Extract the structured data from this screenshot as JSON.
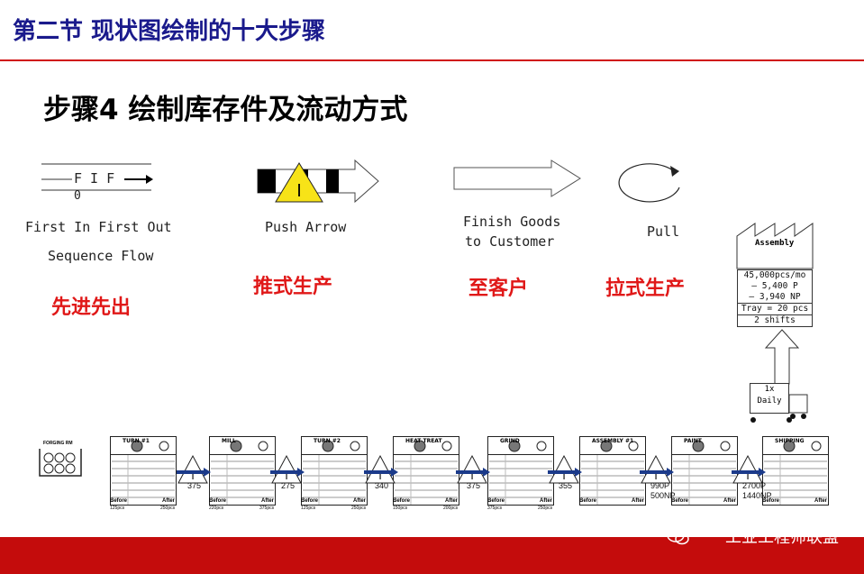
{
  "header": {
    "title": "第二节  现状图绘制的十大步骤"
  },
  "step": {
    "title": "步骤4  绘制库存件及流动方式"
  },
  "fifo": {
    "symbol_text": "F I F",
    "symbol_text_o": "0",
    "label_line1": "First In First Out",
    "label_line2": "Sequence Flow",
    "cn": "先进先出"
  },
  "push": {
    "label": "Push Arrow",
    "cn": "推式生产",
    "icon_letter": "I"
  },
  "finish": {
    "label_line1": "Finish Goods",
    "label_line2": "to Customer",
    "cn": "至客户"
  },
  "pull": {
    "label": "Pull",
    "cn": "拉式生产"
  },
  "customer": {
    "name": "Assembly",
    "lines": [
      "45,000pcs/mo",
      "– 5,400 P",
      "–  3,940 NP"
    ],
    "tray": "Tray = 20 pcs",
    "shifts": "2 shifts",
    "shipment": [
      "1x",
      "Daily"
    ]
  },
  "supplier": {
    "label": "FORGING RM"
  },
  "processes": [
    {
      "title": "TURN #1",
      "before": "Before",
      "after": "After",
      "before_v": "125pcs",
      "after_v": "250pcs"
    },
    {
      "title": "MILL",
      "before": "Before",
      "after": "After",
      "before_v": "220pcs",
      "after_v": "375pcs"
    },
    {
      "title": "TURN #2",
      "before": "Before",
      "after": "After",
      "before_v": "125pcs",
      "after_v": "250pcs"
    },
    {
      "title": "HEAT TREAT",
      "before": "Before",
      "after": "After",
      "before_v": "150pcs",
      "after_v": "200pcs"
    },
    {
      "title": "GRIND",
      "before": "Before",
      "after": "After",
      "before_v": "375pcs",
      "after_v": "250pcs"
    },
    {
      "title": "ASSEMBLY #1",
      "before": "Before",
      "after": "After",
      "before_v": "",
      "after_v": ""
    },
    {
      "title": "PAINT",
      "before": "Before",
      "after": "After",
      "before_v": "",
      "after_v": ""
    },
    {
      "title": "SHIPPING",
      "before": "Before",
      "after": "After",
      "before_v": "",
      "after_v": ""
    }
  ],
  "inventory": [
    "375",
    "275",
    "340",
    "375",
    "355",
    "990P\n500NP",
    "2700P\n1440NP"
  ],
  "watermark": {
    "text": "工业工程师联盟"
  },
  "colors": {
    "header_blue": "#1a1a8c",
    "accent_red": "#e01818",
    "footer_red": "#c40c0c",
    "push_yellow": "#f7e318",
    "push_arrow_blue": "#1b3a8a"
  }
}
